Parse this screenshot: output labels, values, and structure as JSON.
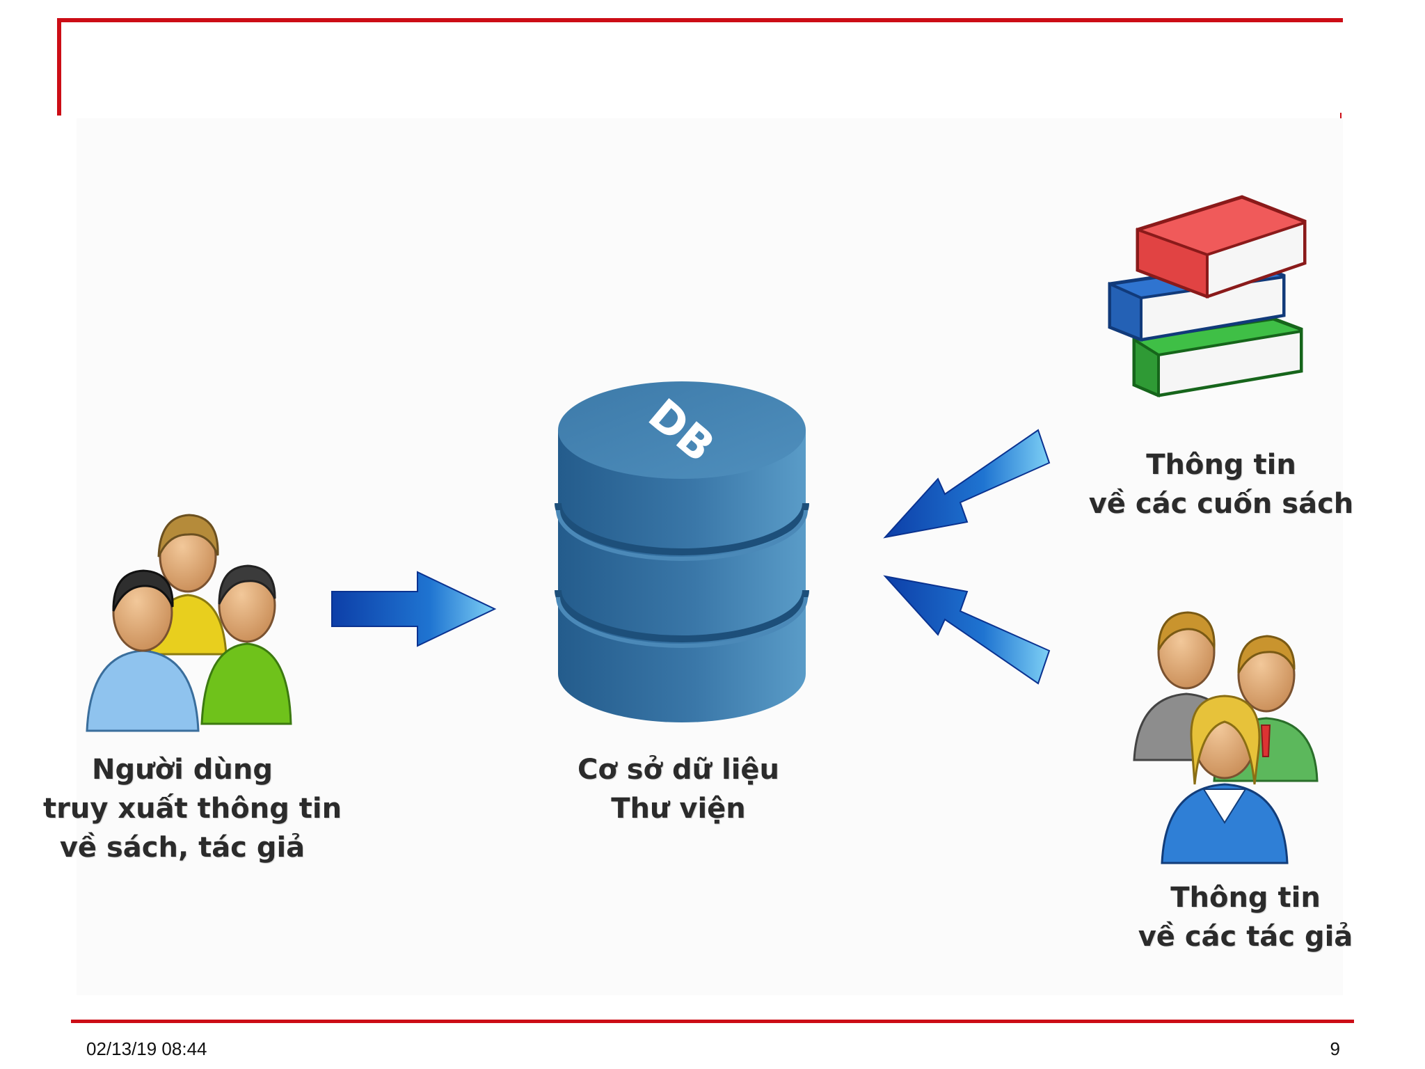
{
  "diagram": {
    "users": {
      "icon": "user-group-icon",
      "line1": "Người dùng",
      "line2": "truy xuất thông tin",
      "line3": "về sách, tác giả"
    },
    "database": {
      "icon": "database-icon",
      "badge": "DB",
      "line1": "Cơ sở dữ liệu",
      "line2": "Thư viện",
      "color": "#2d6a9b"
    },
    "books": {
      "icon": "books-stack-icon",
      "line1": "Thông tin",
      "line2": "về các cuốn sách"
    },
    "authors": {
      "icon": "people-group-icon",
      "line1": "Thông tin",
      "line2": "về các tác giả"
    },
    "arrow_color": "#1a63c4"
  },
  "footer": {
    "date": "02/13/19 08:44",
    "page": "9"
  },
  "accent_color": "#cc0d16"
}
